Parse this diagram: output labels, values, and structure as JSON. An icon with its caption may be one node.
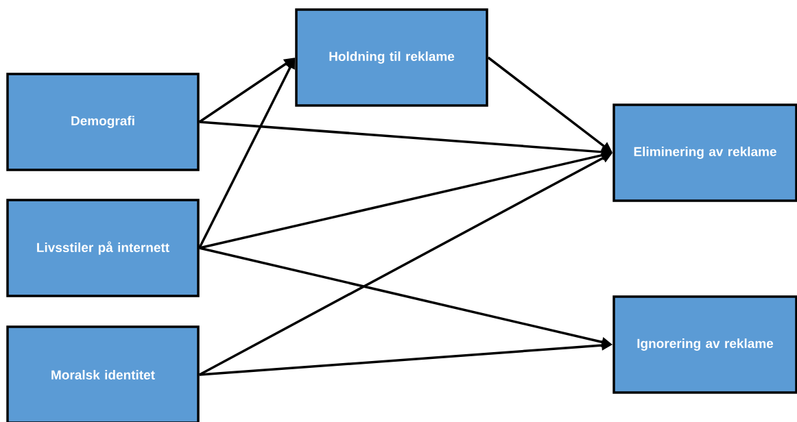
{
  "diagram": {
    "nodes": [
      {
        "text": [
          "Demografi"
        ]
      },
      {
        "text": [
          "Livsstiler på internett"
        ]
      },
      {
        "text": [
          "Moralsk identitet"
        ]
      },
      {
        "text": [
          "Holdning til reklame"
        ]
      },
      {
        "text": [
          "Eliminering av reklame"
        ]
      },
      {
        "text": [
          "Ignorering av reklame"
        ]
      }
    ],
    "edges": [
      {
        "from": 0,
        "to": 3,
        "arrow": "to"
      },
      {
        "from": 0,
        "to": 4,
        "arrow": "to"
      },
      {
        "from": 1,
        "to": 3,
        "arrow": "to"
      },
      {
        "from": 1,
        "to": 4,
        "arrow": "to"
      },
      {
        "from": 1,
        "to": 5,
        "arrow": "to"
      },
      {
        "from": 2,
        "to": 4,
        "arrow": "to"
      },
      {
        "from": 2,
        "to": 5,
        "arrow": "to"
      },
      {
        "from": 3,
        "to": 4,
        "arrow": "to"
      }
    ]
  }
}
